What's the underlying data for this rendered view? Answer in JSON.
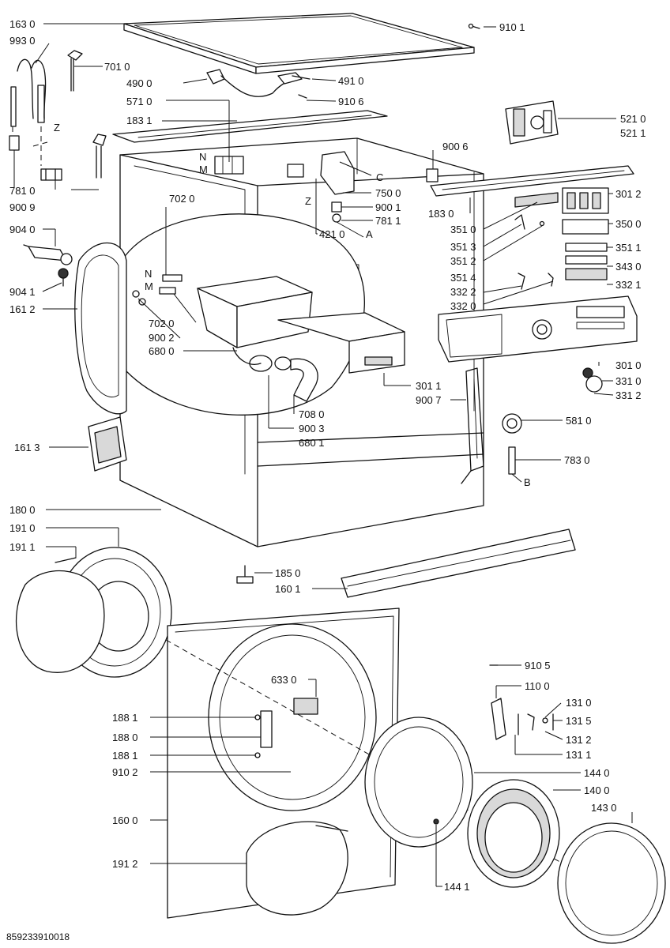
{
  "document_ref": "859233910018",
  "labels": {
    "l1630": "163 0",
    "l9101": "910 1",
    "l9930": "993 0",
    "l7010": "701 0",
    "l4900": "490 0",
    "l4910": "491 0",
    "l5710": "571 0",
    "l9106": "910 6",
    "l1831": "183 1",
    "l5210": "521 0",
    "l5211": "521 1",
    "l9006": "900 6",
    "l7810": "781 0",
    "l9009": "900 9",
    "l7020": "702 0",
    "l7500": "750 0",
    "l9001": "900 1",
    "l7811": "781 1",
    "l4210": "421 0",
    "l1830": "183 0",
    "l3012": "301 2",
    "l3500": "350 0",
    "l3510": "351 0",
    "l3513": "351 3",
    "l3511": "351 1",
    "l3512": "351 2",
    "l3430": "343 0",
    "l3514": "351 4",
    "l3321": "332 1",
    "l3322": "332 2",
    "l3320": "332 0",
    "l9040": "904 0",
    "l9041": "904 1",
    "l1612": "161 2",
    "l7020b": "702 0",
    "l9002": "900 2",
    "l6800": "680 0",
    "l3010": "301 0",
    "l3310": "331 0",
    "l3312": "331 2",
    "l3011": "301 1",
    "l9007": "900 7",
    "l7080": "708 0",
    "l9003": "900 3",
    "l6801": "680 1",
    "l5810": "581 0",
    "l1613": "161 3",
    "l7830": "783 0",
    "l1800": "180 0",
    "l1910": "191 0",
    "l1911": "191 1",
    "l1850": "185 0",
    "l1601": "160 1",
    "l9105": "910 5",
    "l1100": "110 0",
    "l6330": "633 0",
    "l1310": "131 0",
    "l1881": "188 1",
    "l1315": "131 5",
    "l1880": "188 0",
    "l1312": "131 2",
    "l1881b": "188 1",
    "l1311": "131 1",
    "l9102": "910 2",
    "l1440": "144 0",
    "l1400": "140 0",
    "l1430": "143 0",
    "l1600": "160 0",
    "l1912": "191 2",
    "l1441": "144 1"
  },
  "letters": {
    "z1": "Z",
    "n1": "N",
    "m1": "M",
    "c": "C",
    "z2": "Z",
    "a": "A",
    "n2": "N",
    "m2": "M",
    "b": "B"
  }
}
